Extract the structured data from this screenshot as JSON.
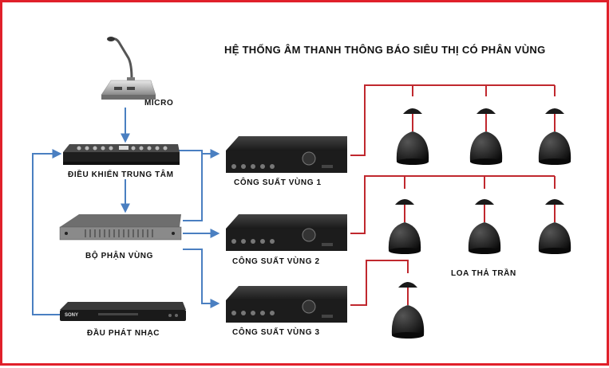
{
  "title": "HỆ THỐNG ÂM THANH THÔNG BÁO SIÊU THỊ CÓ PHÂN VÙNG",
  "labels": {
    "micro": "MICRO",
    "central_controller": "ĐIỀU KHIỂN TRUNG TÂM",
    "zone_splitter": "BỘ PHẬN VÙNG",
    "music_player": "ĐẦU PHÁT NHẠC",
    "amp_zone_1": "CÔNG SUẤT VÙNG 1",
    "amp_zone_2": "CÔNG SUẤT VÙNG 2",
    "amp_zone_3": "CÔNG SUẤT VÙNG 3",
    "ceiling_speakers": "LOA THẢ TRẦN"
  },
  "device_marks": {
    "dvd_brand": "SONY"
  },
  "colors": {
    "border": "#e0202a",
    "signal_arrow": "#4a7fc1",
    "speaker_wire": "#c0282e",
    "device_body": "#1c1c1c"
  },
  "zones": [
    {
      "amp": "amp_zone_1",
      "speaker_count": 3
    },
    {
      "amp": "amp_zone_2",
      "speaker_count": 3
    },
    {
      "amp": "amp_zone_3",
      "speaker_count": 1
    }
  ]
}
